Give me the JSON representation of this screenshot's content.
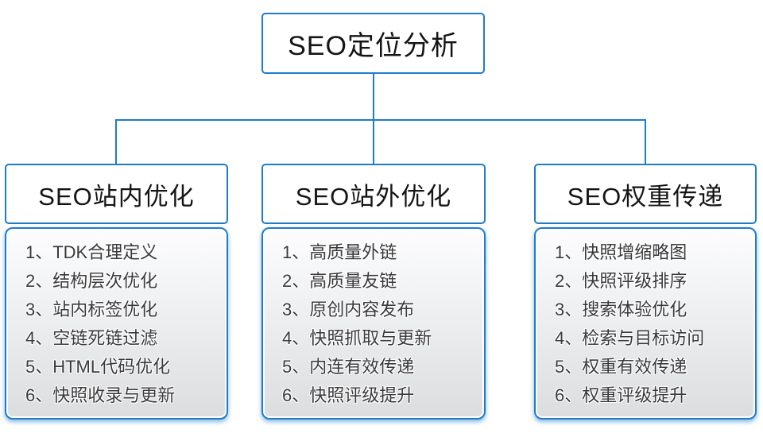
{
  "diagram": {
    "root": {
      "label": "SEO定位分析"
    },
    "branches": [
      {
        "title": "SEO站内优化",
        "items": [
          "1、TDK合理定义",
          "2、结构层次优化",
          "3、站内标签优化",
          "4、空链死链过滤",
          "5、HTML代码优化",
          "6、快照收录与更新"
        ]
      },
      {
        "title": "SEO站外优化",
        "items": [
          "1、高质量外链",
          "2、高质量友链",
          "3、原创内容发布",
          "4、快照抓取与更新",
          "5、内连有效传递",
          "6、快照评级提升"
        ]
      },
      {
        "title": "SEO权重传递",
        "items": [
          "1、快照增缩略图",
          "2、快照评级排序",
          "3、搜索体验优化",
          "4、检索与目标访问",
          "5、权重有效传递",
          "6、权重评级提升"
        ]
      }
    ]
  },
  "colors": {
    "accent_blue": "#1e7ccb",
    "panel_gradient_top": "#fdfdfe",
    "panel_gradient_bottom": "#dcddde",
    "header_text": "#151515",
    "item_text": "#3a3a3c",
    "background": "#ffffff"
  }
}
